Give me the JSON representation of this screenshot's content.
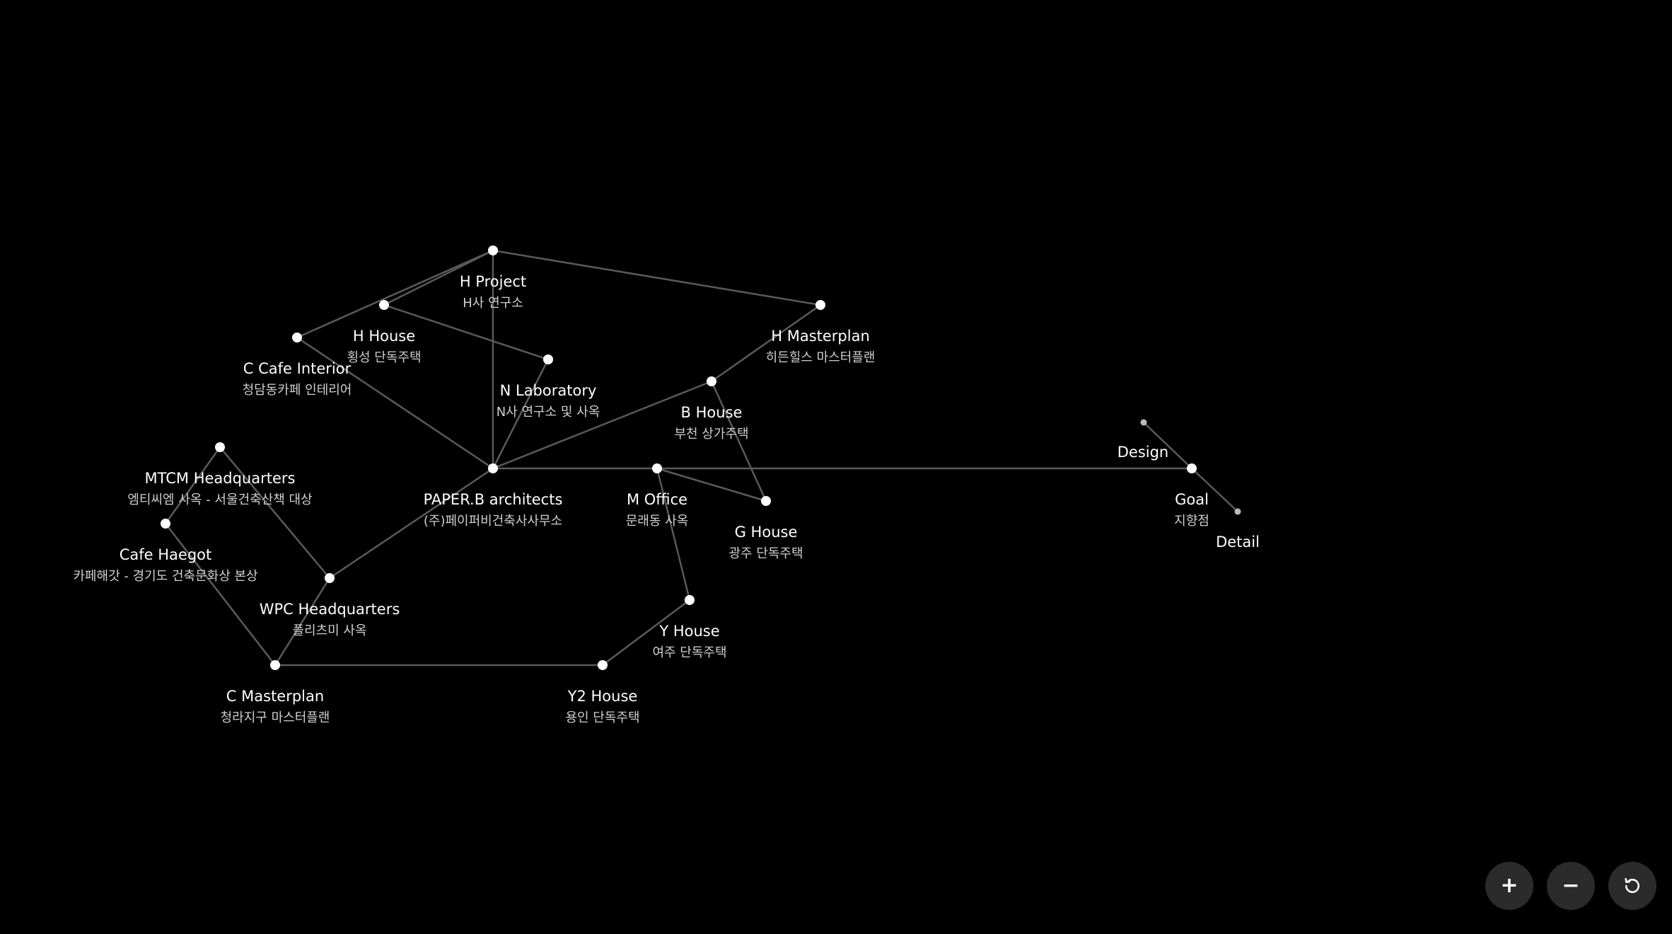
{
  "colors": {
    "background": "#000000",
    "edge": "#5a5a5a",
    "node": "#ffffff",
    "label": "#ffffff",
    "sublabel": "#d0d0d0",
    "button": "#2b2b2b"
  },
  "nodes": [
    {
      "id": "hproject",
      "title": "H Project",
      "subtitle": "H사 연구소"
    },
    {
      "id": "hhouse",
      "title": "H House",
      "subtitle": "횡성 단독주택"
    },
    {
      "id": "ccafe",
      "title": "C Cafe Interior",
      "subtitle": "청담동카페 인테리어"
    },
    {
      "id": "nlab",
      "title": "N Laboratory",
      "subtitle": "N사 연구소 및 사옥"
    },
    {
      "id": "hmaster",
      "title": "H Masterplan",
      "subtitle": "히든힐스 마스터플랜"
    },
    {
      "id": "bhouse",
      "title": "B House",
      "subtitle": "부천 상가주택"
    },
    {
      "id": "paperb",
      "title": "PAPER.B architects",
      "subtitle": "(주)페이퍼비건축사사무소"
    },
    {
      "id": "moffice",
      "title": "M Office",
      "subtitle": "문래동 사옥"
    },
    {
      "id": "ghouse",
      "title": "G House",
      "subtitle": "광주 단독주택"
    },
    {
      "id": "mtcm",
      "title": "MTCM Headquarters",
      "subtitle": "엠티씨엠 사옥 - 서울건축산책 대상"
    },
    {
      "id": "haegot",
      "title": "Cafe Haegot",
      "subtitle": "카페해갓 - 경기도 건축문화상 본상"
    },
    {
      "id": "wpc",
      "title": "WPC Headquarters",
      "subtitle": "플리츠미 사옥"
    },
    {
      "id": "cmaster",
      "title": "C Masterplan",
      "subtitle": "청라지구 마스터플랜"
    },
    {
      "id": "y2house",
      "title": "Y2 House",
      "subtitle": "용인 단독주택"
    },
    {
      "id": "yhouse",
      "title": "Y House",
      "subtitle": "여주 단독주택"
    },
    {
      "id": "design",
      "title": "Design",
      "subtitle": ""
    },
    {
      "id": "goal",
      "title": "Goal",
      "subtitle": "지향점"
    },
    {
      "id": "detail",
      "title": "Detail",
      "subtitle": ""
    }
  ],
  "edges": [
    [
      "hproject",
      "hhouse"
    ],
    [
      "hproject",
      "ccafe"
    ],
    [
      "hproject",
      "hmaster"
    ],
    [
      "hproject",
      "paperb"
    ],
    [
      "hhouse",
      "nlab"
    ],
    [
      "ccafe",
      "paperb"
    ],
    [
      "nlab",
      "paperb"
    ],
    [
      "hmaster",
      "bhouse"
    ],
    [
      "bhouse",
      "paperb"
    ],
    [
      "bhouse",
      "ghouse"
    ],
    [
      "paperb",
      "moffice"
    ],
    [
      "paperb",
      "wpc"
    ],
    [
      "moffice",
      "ghouse"
    ],
    [
      "moffice",
      "yhouse"
    ],
    [
      "moffice",
      "goal"
    ],
    [
      "goal",
      "design"
    ],
    [
      "goal",
      "detail"
    ],
    [
      "yhouse",
      "y2house"
    ],
    [
      "y2house",
      "cmaster"
    ],
    [
      "cmaster",
      "wpc"
    ],
    [
      "cmaster",
      "haegot"
    ],
    [
      "haegot",
      "mtcm"
    ],
    [
      "mtcm",
      "wpc"
    ]
  ],
  "controls": {
    "zoom_in": "+",
    "zoom_out": "−"
  }
}
